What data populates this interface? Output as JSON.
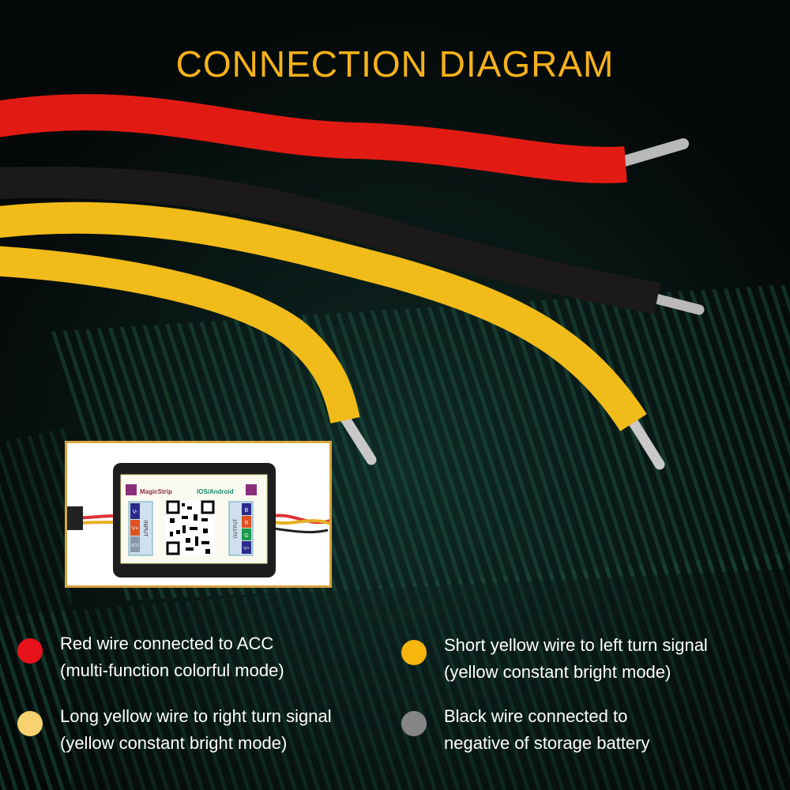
{
  "title": "CONNECTION DIAGRAM",
  "device": {
    "brand": "MagicStrip",
    "platform": "IOS/Android",
    "input_label": "INPUT",
    "input_pins": [
      "V-",
      "V+",
      "VCC"
    ],
    "output_label": "OUTPUT",
    "output_pins": [
      "B",
      "R",
      "G",
      "V+"
    ]
  },
  "legend": [
    {
      "color": "#e8121a",
      "line1": "Red wire connected to ACC",
      "line2": "(multi-function colorful mode)"
    },
    {
      "color": "#f6b60e",
      "line1": "Short yellow wire to left turn signal",
      "line2": "(yellow constant bright mode)"
    },
    {
      "color": "#f8d26e",
      "line1": "Long yellow wire to right turn signal",
      "line2": "(yellow constant bright mode)"
    },
    {
      "color": "#858585",
      "line1": "Black wire connected to",
      "line2": "negative of storage battery"
    }
  ],
  "colors": {
    "title": "#f6b21a",
    "red_wire": "#e11b14",
    "black_wire": "#1c1a18",
    "yellow_wire": "#f1bb1a"
  }
}
